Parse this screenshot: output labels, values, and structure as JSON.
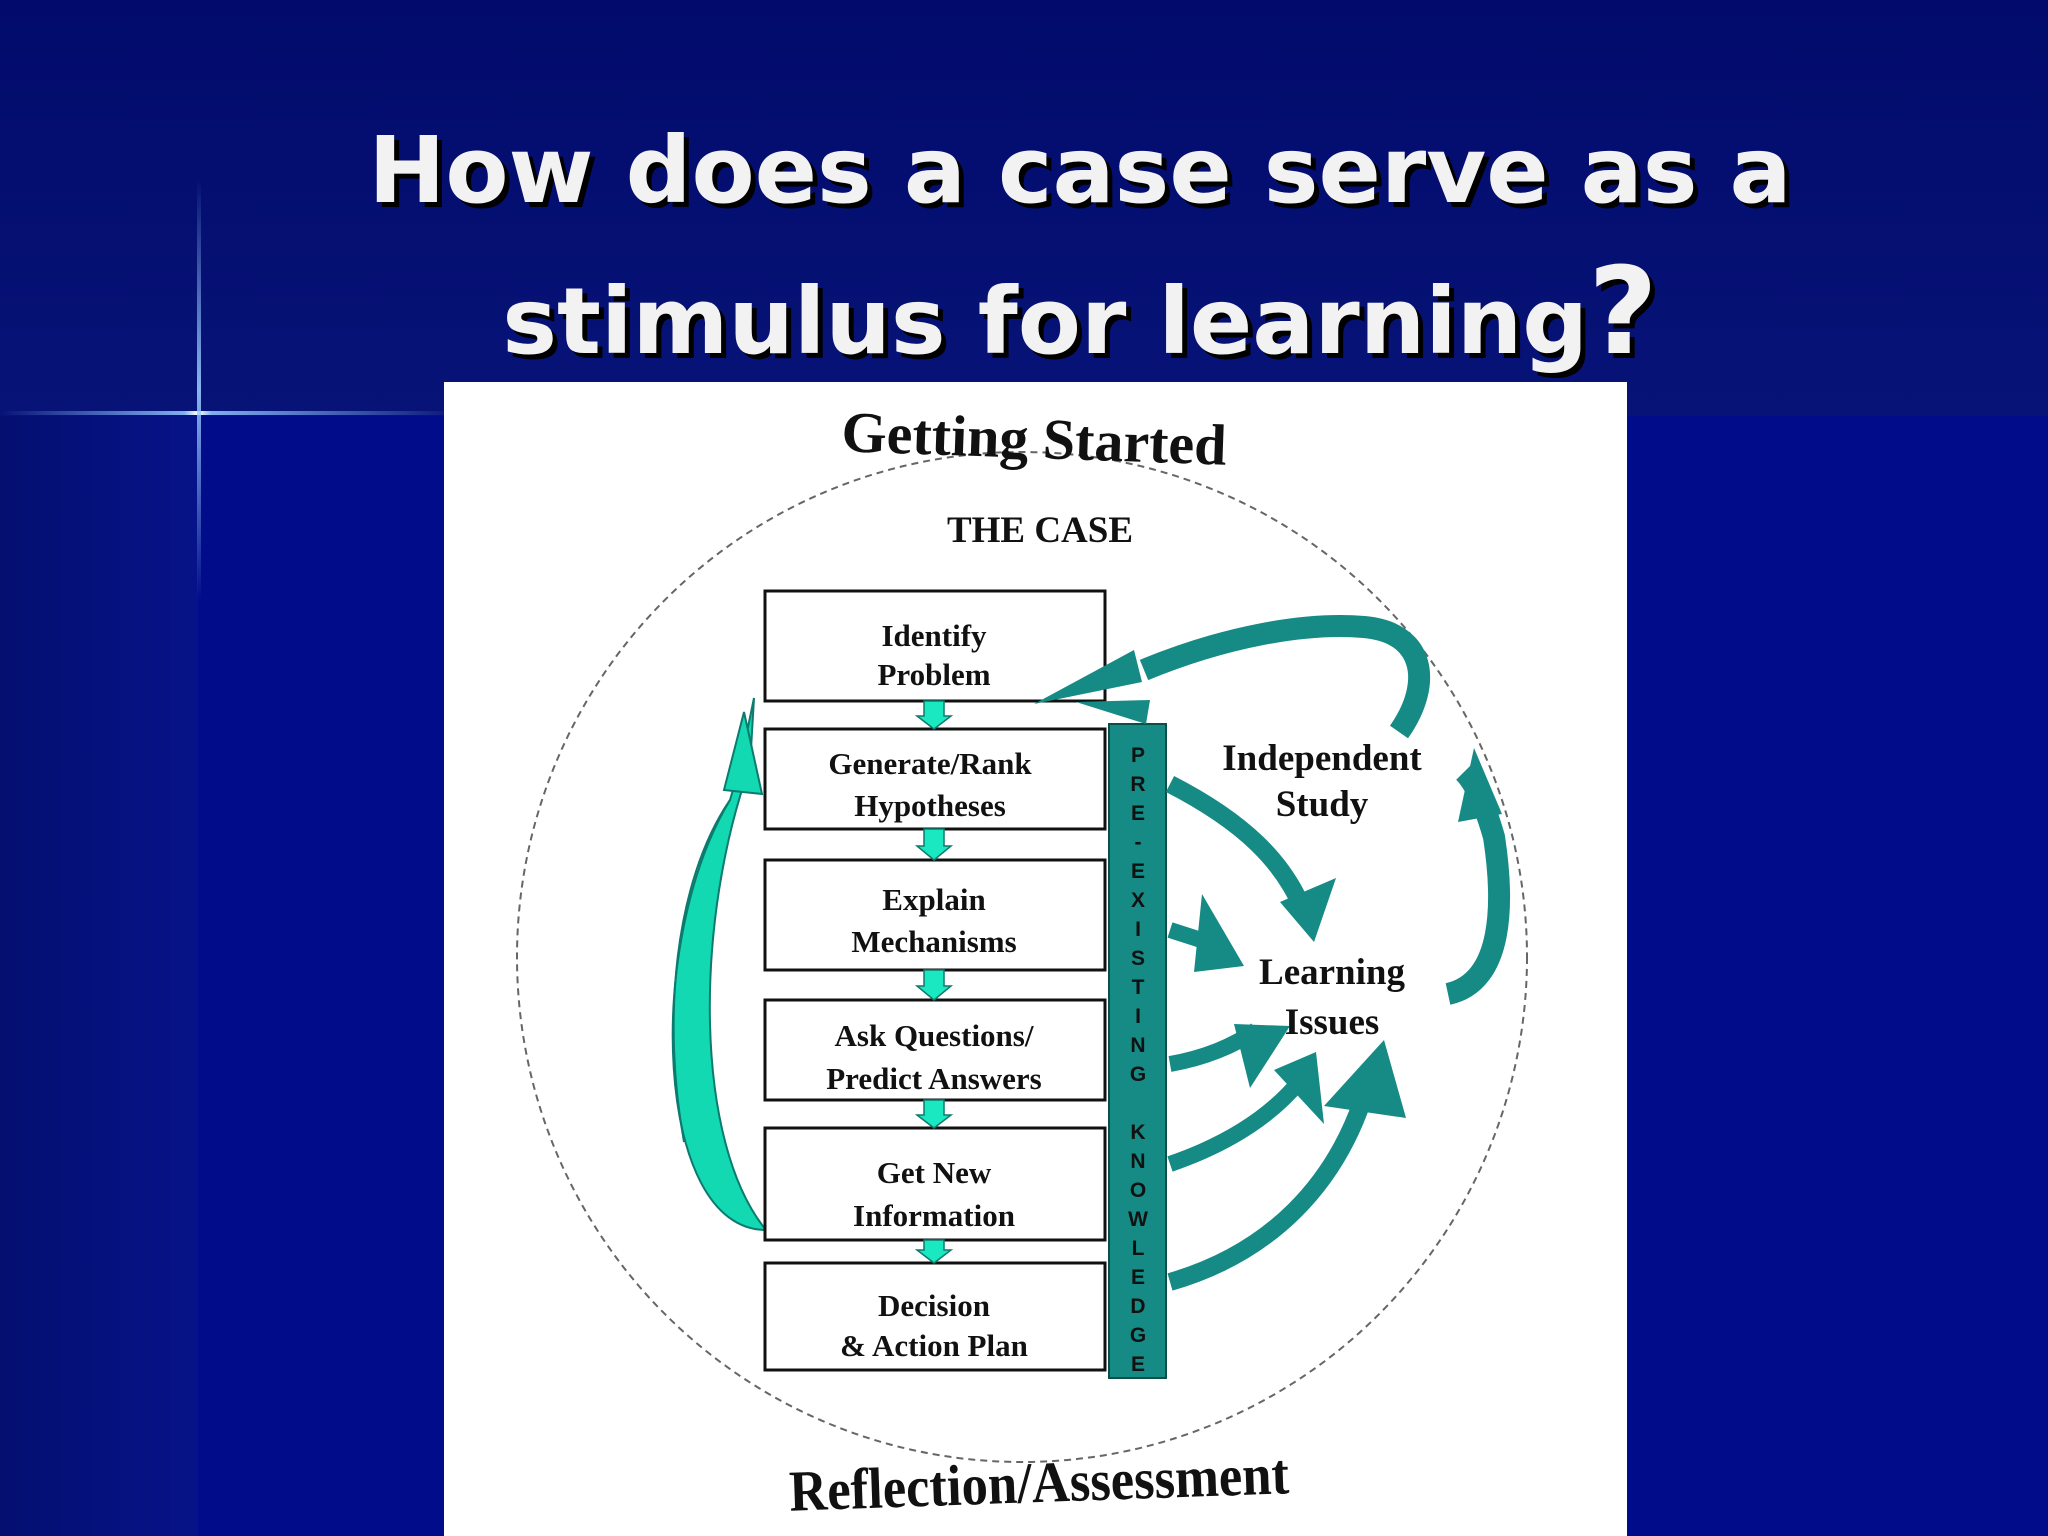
{
  "slide": {
    "title_line1": "How does a case serve as a",
    "title_line2": "stimulus for learning",
    "title_qmark": "?"
  },
  "diagram": {
    "top_label": "Getting Started",
    "bottom_label": "Reflection/Assessment",
    "case_heading": "THE CASE",
    "steps": [
      {
        "line1": "Identify",
        "line2": "Problem"
      },
      {
        "line1": "Generate/Rank",
        "line2": "Hypotheses"
      },
      {
        "line1": "Explain",
        "line2": "Mechanisms"
      },
      {
        "line1": "Ask Questions/",
        "line2": "Predict Answers"
      },
      {
        "line1": "Get New",
        "line2": "Information"
      },
      {
        "line1": "Decision",
        "line2": "& Action Plan"
      }
    ],
    "knowledge_bar_letters": [
      "P",
      "R",
      "E",
      "-",
      "E",
      "X",
      "I",
      "S",
      "T",
      "I",
      "N",
      "G",
      "",
      "K",
      "N",
      "O",
      "W",
      "L",
      "E",
      "D",
      "G",
      "E"
    ],
    "independent_study": {
      "line1": "Independent",
      "line2": "Study"
    },
    "learning_issues": {
      "line1": "Learning",
      "line2": "Issues"
    }
  },
  "colors": {
    "background": "#000c8a",
    "teal": "#168a84",
    "aqua": "#19e8c0",
    "title_text": "#f2f2f2"
  }
}
